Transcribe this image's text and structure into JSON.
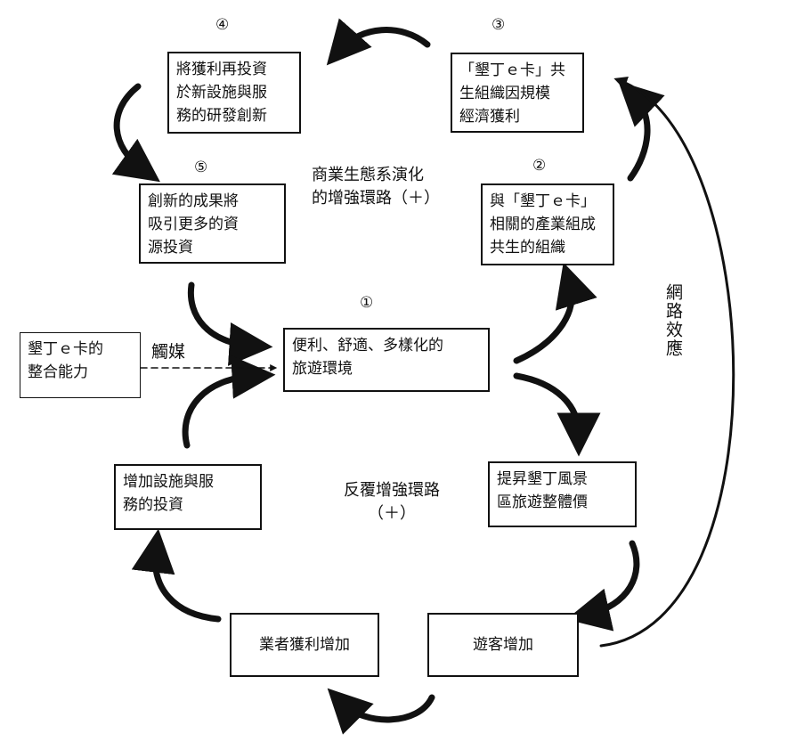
{
  "boxes": {
    "b1": "便利、舒適、多樣化的\n旅遊環境",
    "b2": "與「墾丁ｅ卡」\n相關的產業組成\n共生的組織",
    "b3": "「墾丁ｅ卡」共\n生組織因規模\n經濟獲利",
    "b4": "將獲利再投資\n於新設施與服\n務的研發創新",
    "b5": "創新的成果將\n吸引更多的資\n源投資",
    "integration": "墾丁ｅ卡的\n整合能力",
    "value": "提昇墾丁風景\n區旅遊整體價",
    "visitors": "遊客增加",
    "profit": "業者獲利增加",
    "invest": "增加設施與服\n務的投資"
  },
  "numbers": {
    "n1": "①",
    "n2": "②",
    "n3": "③",
    "n4": "④",
    "n5": "⑤"
  },
  "labels": {
    "catalyst": "觸媒",
    "upper_loop": "商業生態系演化\n的增強環路（＋）",
    "lower_loop": "反覆增強環路\n（＋）",
    "network_effect": "網路效應"
  }
}
